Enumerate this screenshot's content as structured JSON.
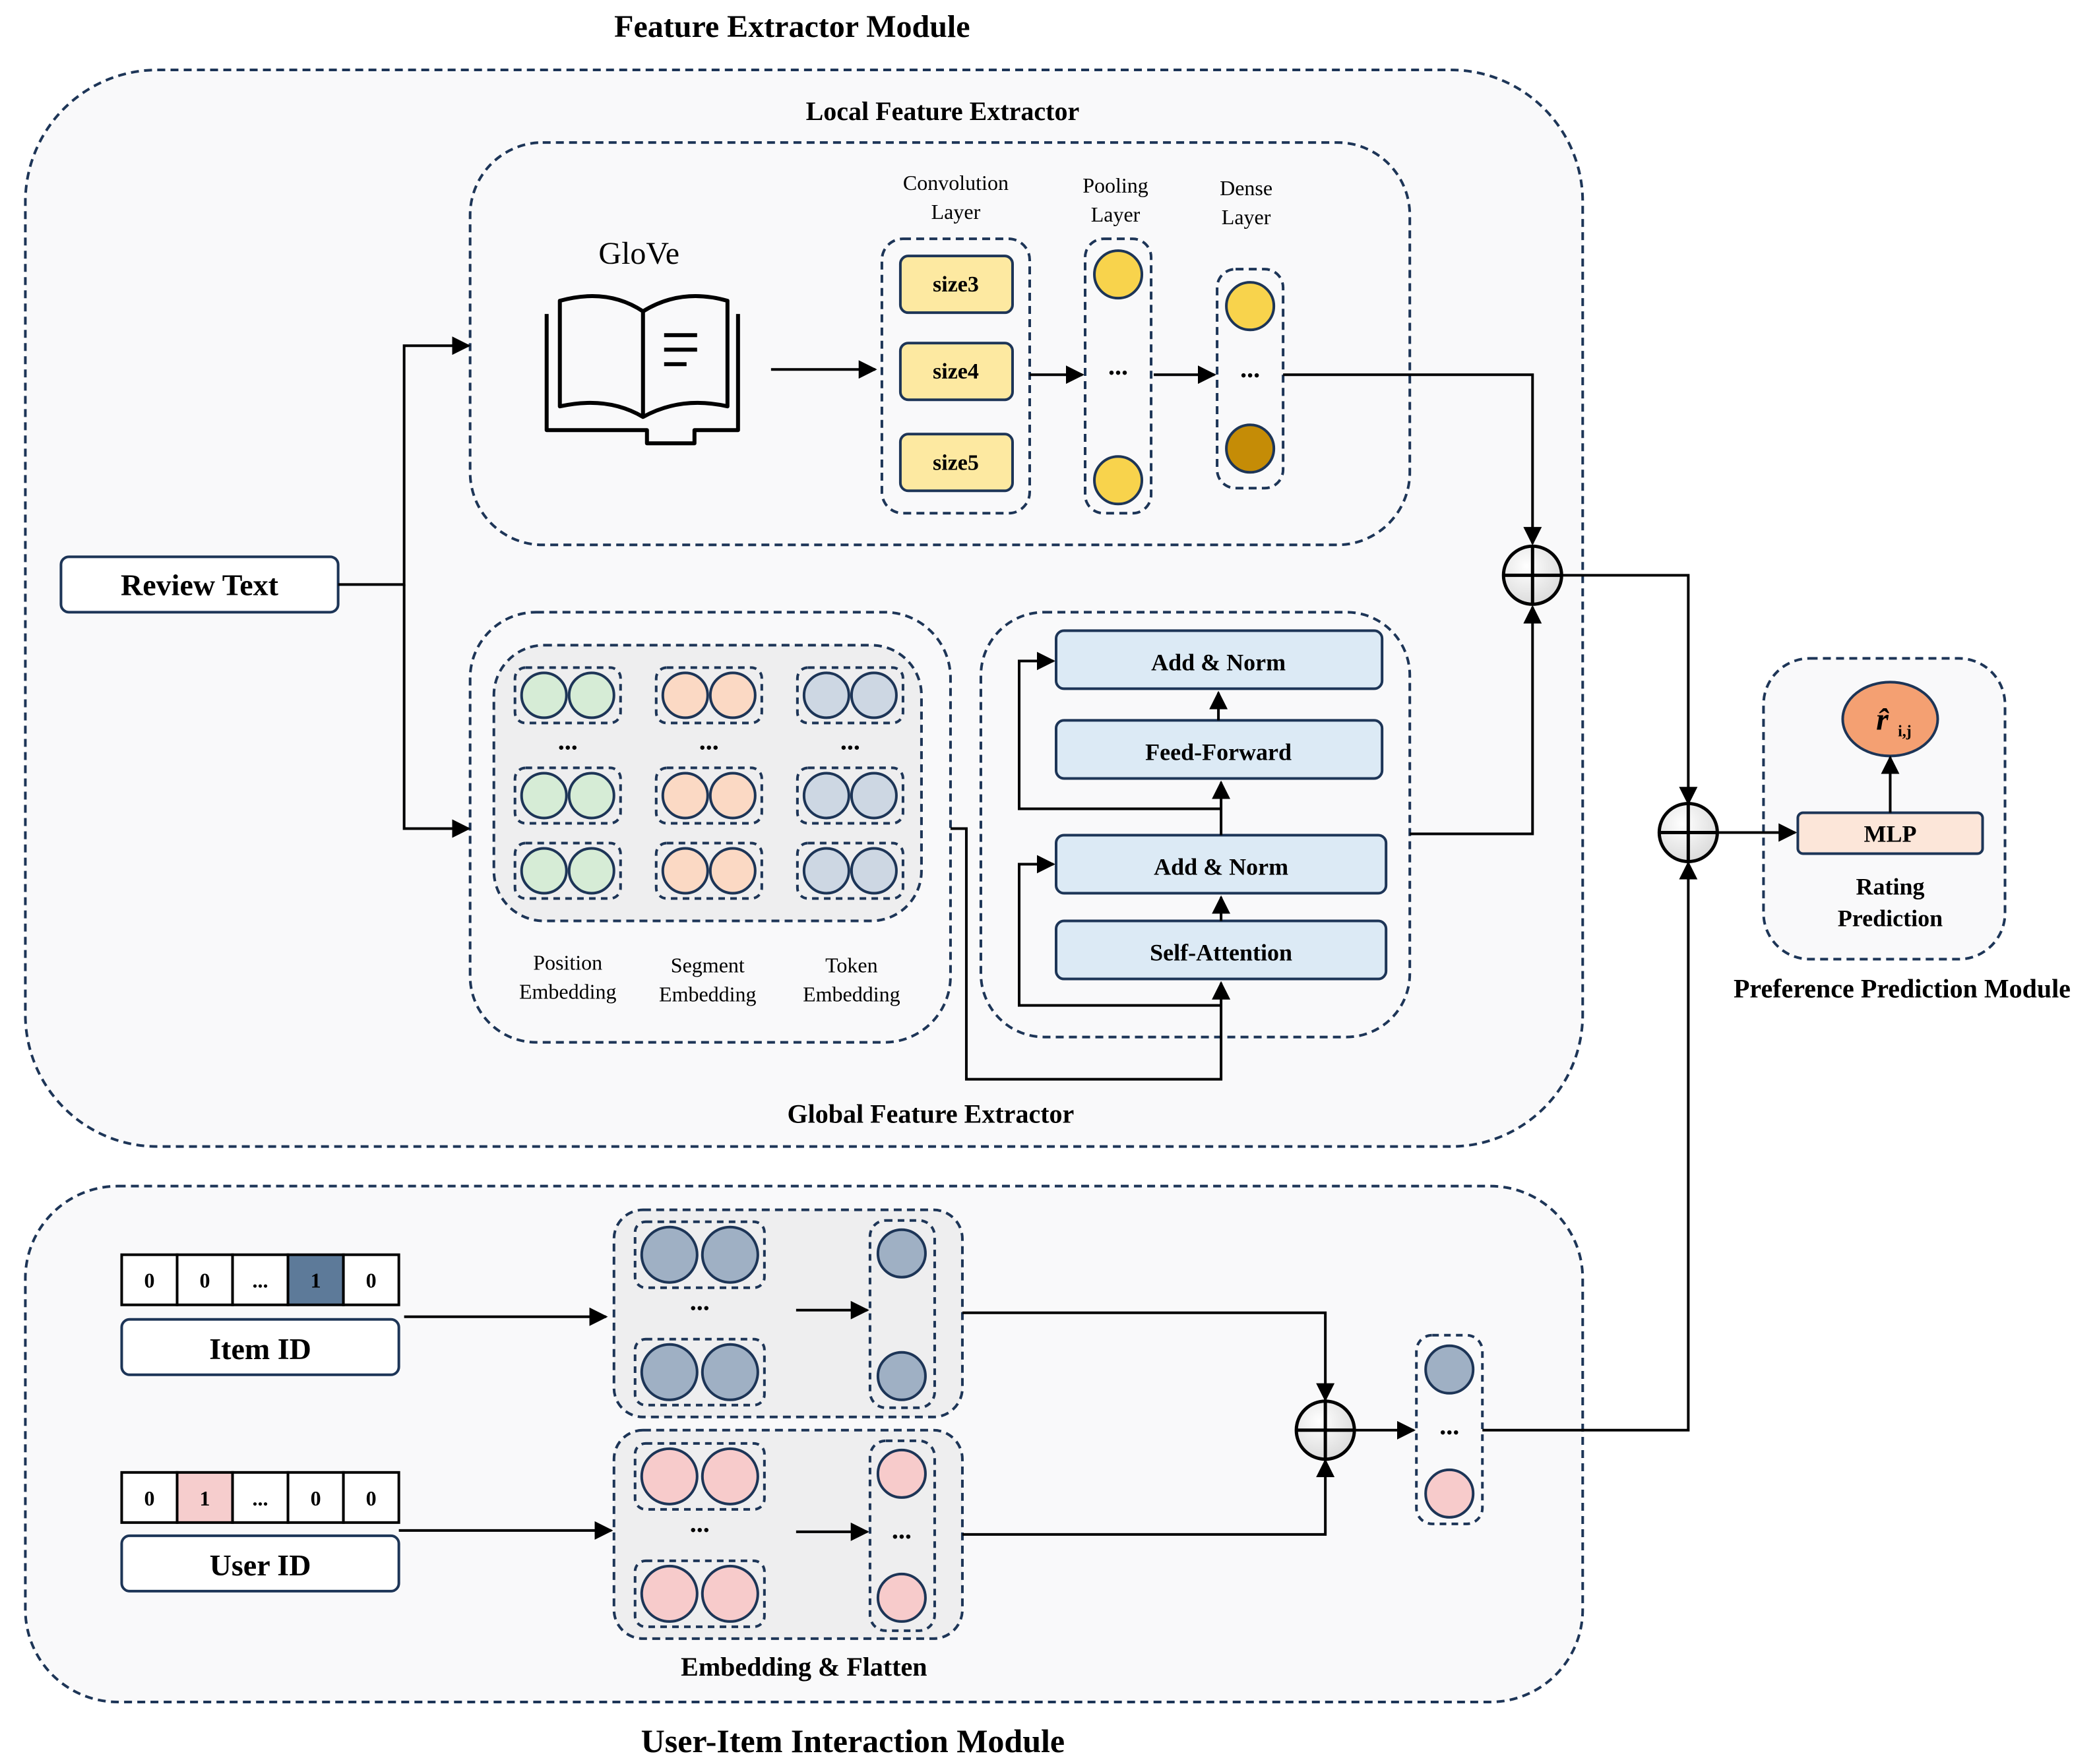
{
  "titles": {
    "feature_extractor": "Feature Extractor Module",
    "local_extractor": "Local Feature Extractor",
    "global_extractor": "Global Feature Extractor",
    "interaction": "User-Item Interaction Module",
    "preference": "Preference Prediction Module"
  },
  "inputs": {
    "review_text": "Review Text",
    "item_id": "Item ID",
    "user_id": "User ID",
    "item_vector": [
      "0",
      "0",
      "...",
      "1",
      "0"
    ],
    "user_vector": [
      "0",
      "1",
      "...",
      "0",
      "0"
    ]
  },
  "local": {
    "glove": "GloVe",
    "conv_label": [
      "Convolution",
      "Layer"
    ],
    "pool_label": [
      "Pooling",
      "Layer"
    ],
    "dense_label": [
      "Dense",
      "Layer"
    ],
    "kernels": [
      "size3",
      "size4",
      "size5"
    ],
    "ellipsis": "..."
  },
  "global": {
    "embeddings": [
      [
        "Position",
        "Embedding"
      ],
      [
        "Segment",
        "Embedding"
      ],
      [
        "Token",
        "Embedding"
      ]
    ],
    "ellipsis": "...",
    "transformer": {
      "add_norm_top": "Add & Norm",
      "feed_forward": "Feed-Forward",
      "add_norm_bottom": "Add & Norm",
      "self_attention": "Self-Attention"
    }
  },
  "interaction": {
    "embedding_flatten": "Embedding & Flatten",
    "ellipsis": "..."
  },
  "prediction": {
    "mlp": "MLP",
    "rating_label": [
      "Rating",
      "Prediction"
    ],
    "output_symbol": "r̂",
    "output_subscript": "i,j"
  },
  "colors": {
    "border": "#1d3557",
    "panel_bg": "#f9f9fa",
    "inner_bg": "#eeeeef",
    "kernel_fill": "#fde9a1",
    "pool_node": "#f8d34c",
    "dense_dark": "#c58c06",
    "position_node": "#d6ecd6",
    "segment_node": "#fbd9c4",
    "token_node": "#cdd7e3",
    "transformer_box": "#dceaf5",
    "item_node": "#9fb0c4",
    "item_onehot": "#5d7a99",
    "user_node": "#f7cbcb",
    "user_onehot": "#f6cdcd",
    "mlp_fill": "#fce6d9",
    "output_fill": "#f4a072"
  }
}
